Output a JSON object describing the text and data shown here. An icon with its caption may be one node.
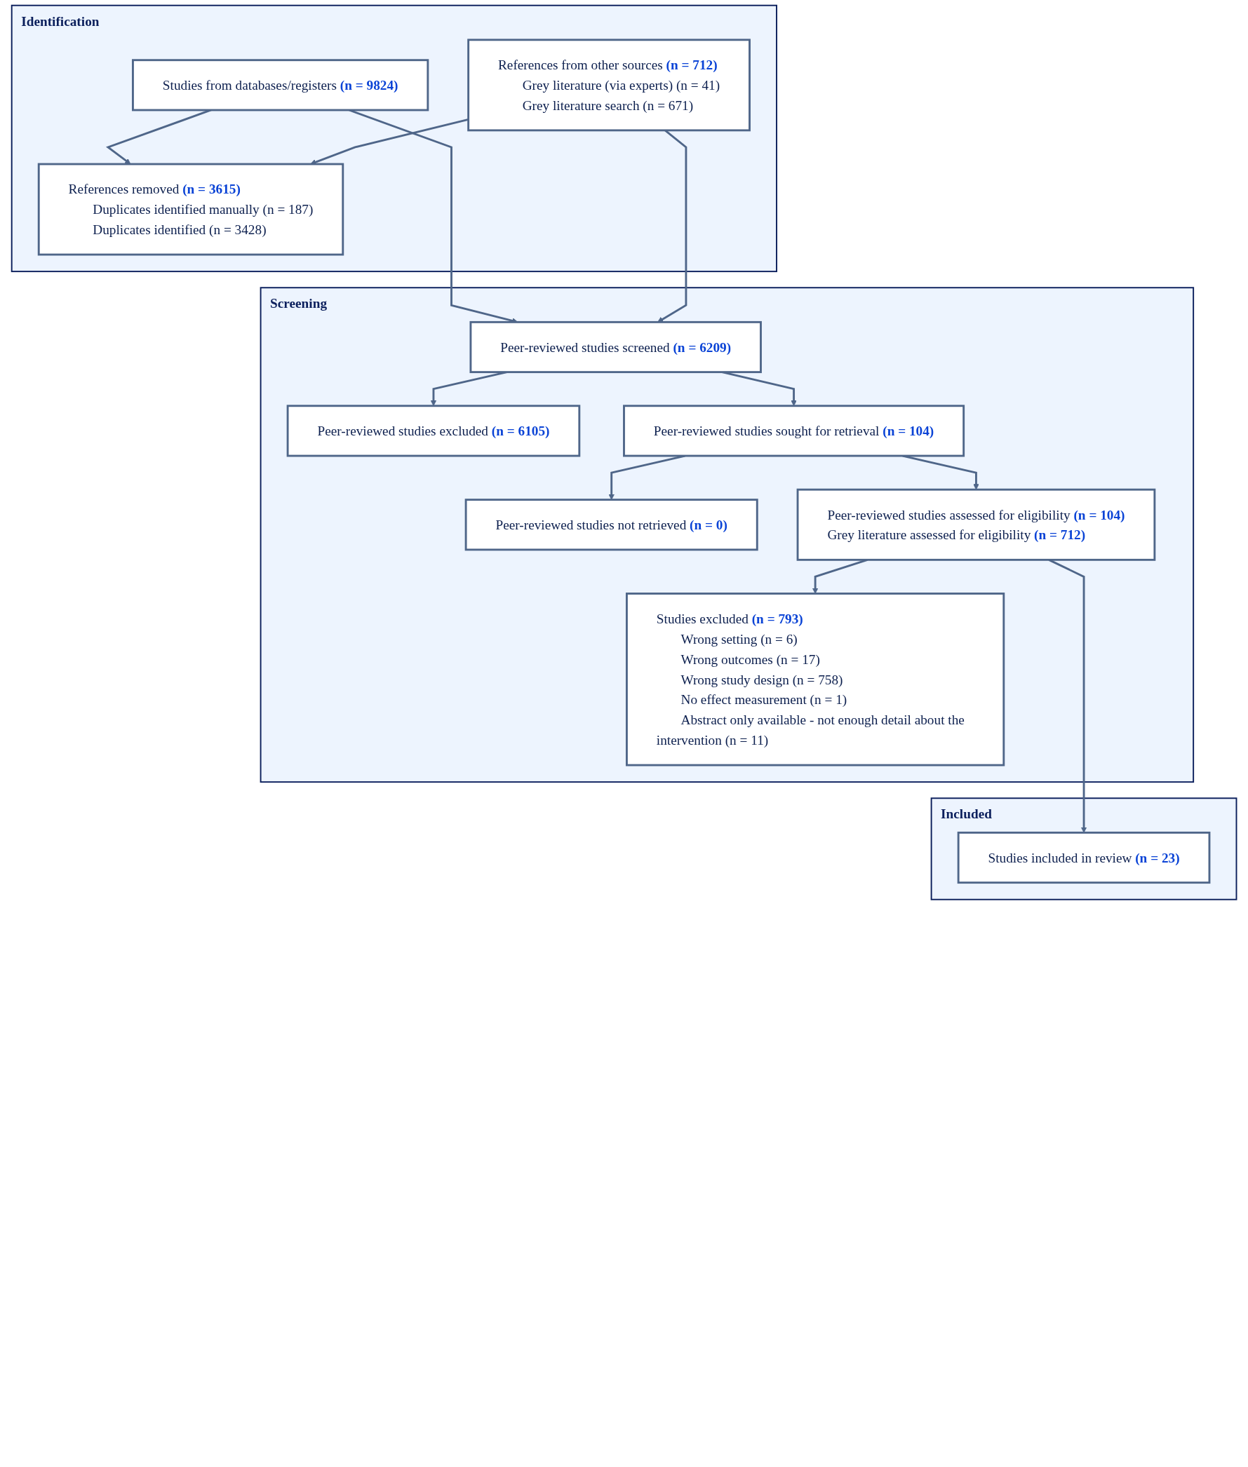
{
  "diagram": {
    "nodes": [
      {
        "text": [
          "Identification"
        ]
      },
      {
        "text": [
          "Studies from databases/registers **(n = 9824)**"
        ],
        "in": 0
      },
      {
        "text": [
          "References from other sources **(n = 712)**",
          "Grey literature (via experts) (n = 41)",
          "Grey literature search (n = 671)"
        ],
        "in": 0
      },
      {
        "text": [
          "References removed **(n = 3615)**",
          "Duplicates identified manually (n = 187)",
          "Duplicates identified (n = 3428)"
        ],
        "in": 0
      },
      {
        "text": [
          "Screening"
        ]
      },
      {
        "text": [
          "Peer-reviewed studies screened **(n = 6209)**"
        ],
        "in": 4
      },
      {
        "text": [
          "Peer-reviewed studies excluded **(n = 6105)**"
        ],
        "in": 4
      },
      {
        "text": [
          "Peer-reviewed studies sought for retrieval **(n = 104)**"
        ],
        "in": 4
      },
      {
        "text": [
          "Peer-reviewed studies not retrieved **(n = 0)**"
        ],
        "in": 4
      },
      {
        "text": [
          "Peer-reviewed studies assessed for eligibility **(n = 104)**",
          "Grey literature assessed for eligibility **(n = 712)**"
        ],
        "in": 4
      },
      {
        "text": [
          "Studies excluded **(n = 793)**",
          "Wrong setting (n = 6)",
          "Wrong outcomes (n = 17)",
          "Wrong study design (n = 758)",
          "No effect measurement (n = 1)",
          "Abstract only available - not enough detail about the intervention (n = 11)"
        ],
        "in": 4
      },
      {
        "text": [
          "Included"
        ]
      },
      {
        "text": [
          "Studies included in review **(n = 23)**"
        ],
        "in": 11
      }
    ],
    "edges": [
      {
        "from": 1,
        "to": 3,
        "arrow": "to"
      },
      {
        "from": 1,
        "to": 5,
        "arrow": "to"
      },
      {
        "from": 2,
        "to": 3,
        "arrow": "to"
      },
      {
        "from": 2,
        "to": 5,
        "arrow": "to"
      },
      {
        "from": 5,
        "to": 6,
        "arrow": "to"
      },
      {
        "from": 5,
        "to": 7,
        "arrow": "to"
      },
      {
        "from": 7,
        "to": 8,
        "arrow": "to"
      },
      {
        "from": 7,
        "to": 9,
        "arrow": "to"
      },
      {
        "from": 9,
        "to": 10,
        "arrow": "to"
      },
      {
        "from": 9,
        "to": 12,
        "arrow": "to"
      }
    ]
  }
}
